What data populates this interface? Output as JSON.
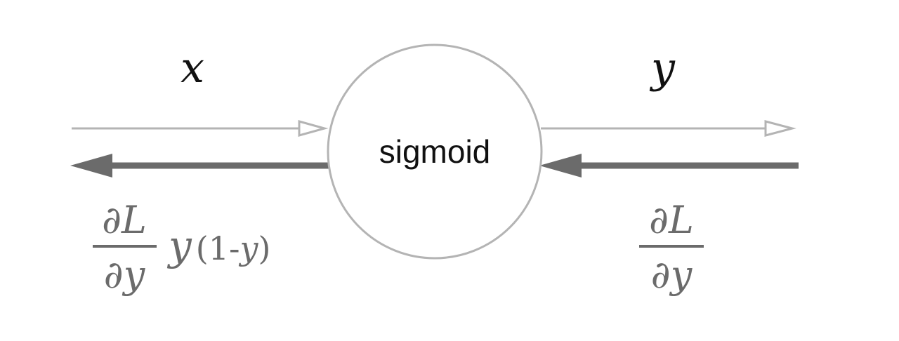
{
  "node": {
    "label": "sigmoid"
  },
  "forward": {
    "input_label": "x",
    "output_label": "y"
  },
  "backward": {
    "upstream_gradient": {
      "numerator": "∂L",
      "denominator": "∂y"
    },
    "downstream_gradient": {
      "numerator": "∂L",
      "denominator": "∂y",
      "factor_y": "y",
      "factor_open": "(1-",
      "factor_y2": "y",
      "factor_close": ")"
    }
  },
  "colors": {
    "forward_arrow": "#b4b4b4",
    "backward_arrow": "#6b6b6b",
    "node_stroke": "#b4b4b4",
    "node_text": "#111111",
    "forward_text": "#111111",
    "backward_text": "#6b6b6b"
  }
}
